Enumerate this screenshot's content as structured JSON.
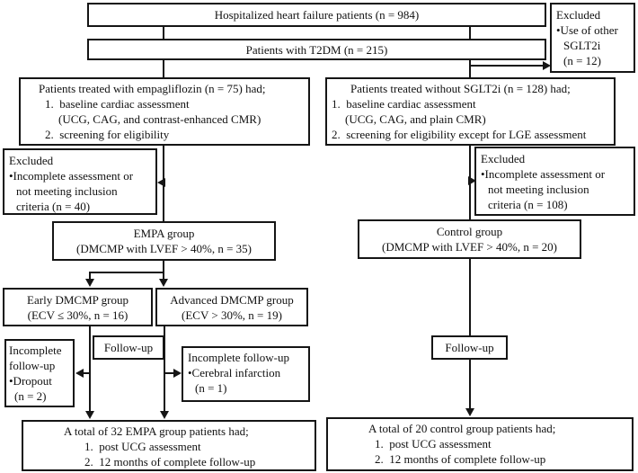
{
  "figure": {
    "background": "#ffffff",
    "line_color": "#151515",
    "type": "patient-flow-diagram"
  },
  "boxes": {
    "hospitalized": {
      "lines": [
        "Hospitalized heart failure patients (n = 984)"
      ]
    },
    "t2dm": {
      "lines": [
        "Patients with T2DM (n = 215)"
      ]
    },
    "excluded_sglt2i": {
      "lines": [
        "Excluded",
        "•Use of other",
        "SGLT2i",
        "(n = 12)"
      ]
    },
    "empagliflozin": {
      "lines": [
        "Patients treated with empagliflozin (n = 75) had;",
        "1.  baseline cardiac assessment",
        "(UCG, CAG, and contrast-enhanced CMR)",
        "2.  screening for eligibility"
      ]
    },
    "without_sglt2i": {
      "lines": [
        "Patients treated without SGLT2i (n = 128) had;",
        "1.  baseline cardiac assessment",
        "(UCG, CAG, and plain CMR)",
        "2.  screening for eligibility except for LGE assessment"
      ]
    },
    "excluded_left": {
      "lines": [
        "Excluded",
        "•Incomplete assessment or",
        "not meeting inclusion",
        "criteria (n = 40)"
      ]
    },
    "excluded_right": {
      "lines": [
        "Excluded",
        "•Incomplete assessment or",
        "not meeting inclusion",
        "criteria (n = 108)"
      ]
    },
    "empa_group": {
      "lines": [
        "EMPA group",
        "(DMCMP with LVEF > 40%, n = 35)"
      ]
    },
    "control_group": {
      "lines": [
        "Control group",
        "(DMCMP with LVEF > 40%, n = 20)"
      ]
    },
    "early_dmcmp": {
      "lines": [
        "Early DMCMP group",
        "(ECV ≤ 30%, n = 16)"
      ]
    },
    "advanced_dmcmp": {
      "lines": [
        "Advanced DMCMP group",
        "(ECV > 30%, n = 19)"
      ]
    },
    "followup_left": {
      "lines": [
        "Follow-up"
      ]
    },
    "followup_right": {
      "lines": [
        "Follow-up"
      ]
    },
    "incomplete_dropout": {
      "lines": [
        "Incomplete",
        "follow-up",
        "•Dropout",
        "(n = 2)"
      ]
    },
    "incomplete_cerebral": {
      "lines": [
        "Incomplete follow-up",
        "•Cerebral infarction",
        "(n = 1)"
      ]
    },
    "total_empa": {
      "lines": [
        "A total of 32 EMPA group patients had;",
        "1.  post UCG assessment",
        "2.  12 months of complete follow-up"
      ]
    },
    "total_control": {
      "lines": [
        "A total of 20 control group patients had;",
        "1.  post UCG assessment",
        "2.  12 months of complete follow-up"
      ]
    }
  }
}
